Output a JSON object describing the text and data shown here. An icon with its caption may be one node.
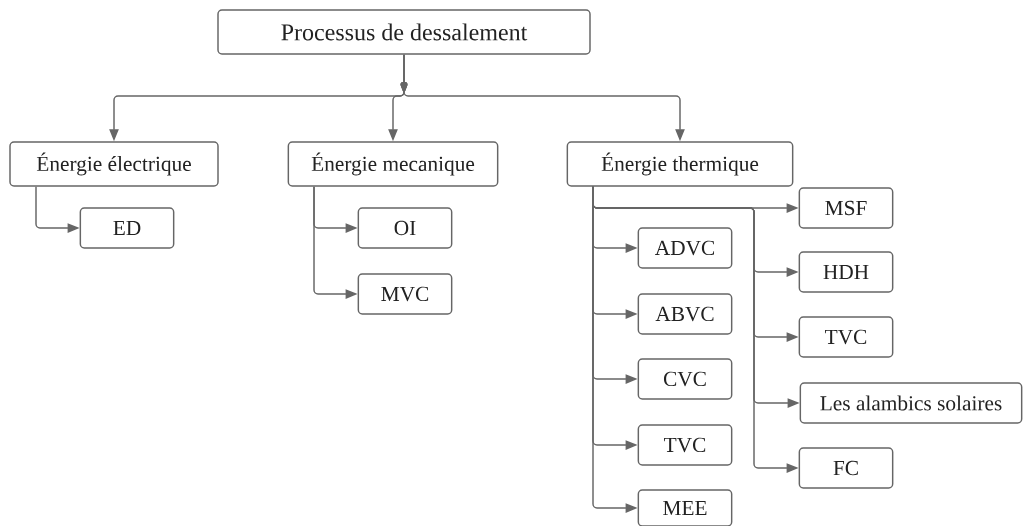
{
  "diagram": {
    "nodes": [
      {
        "text": [
          "Processus de dessalement"
        ]
      },
      {
        "text": [
          "Énergie électrique"
        ]
      },
      {
        "text": [
          "Énergie mecanique"
        ]
      },
      {
        "text": [
          "Énergie thermique"
        ]
      },
      {
        "text": [
          "ED"
        ]
      },
      {
        "text": [
          "OI"
        ]
      },
      {
        "text": [
          "MVC"
        ]
      },
      {
        "text": [
          "ADVC"
        ]
      },
      {
        "text": [
          "ABVC"
        ]
      },
      {
        "text": [
          "CVC"
        ]
      },
      {
        "text": [
          "TVC"
        ]
      },
      {
        "text": [
          "MEE"
        ]
      },
      {
        "text": [
          "MSF"
        ]
      },
      {
        "text": [
          "HDH"
        ]
      },
      {
        "text": [
          "TVC"
        ]
      },
      {
        "text": [
          "Les alambics solaires"
        ]
      },
      {
        "text": [
          "FC"
        ]
      }
    ],
    "edges": [
      {
        "from": 0,
        "to": 1,
        "arrow": "to"
      },
      {
        "from": 0,
        "to": 2,
        "arrow": "to"
      },
      {
        "from": 0,
        "to": 3,
        "arrow": "to"
      },
      {
        "from": 1,
        "to": 4,
        "arrow": "to"
      },
      {
        "from": 2,
        "to": 5,
        "arrow": "to"
      },
      {
        "from": 2,
        "to": 6,
        "arrow": "to"
      },
      {
        "from": 3,
        "to": 7,
        "arrow": "to"
      },
      {
        "from": 3,
        "to": 8,
        "arrow": "to"
      },
      {
        "from": 3,
        "to": 9,
        "arrow": "to"
      },
      {
        "from": 3,
        "to": 10,
        "arrow": "to"
      },
      {
        "from": 3,
        "to": 11,
        "arrow": "to"
      },
      {
        "from": 3,
        "to": 12,
        "arrow": "to"
      },
      {
        "from": 3,
        "to": 13,
        "arrow": "to"
      },
      {
        "from": 3,
        "to": 14,
        "arrow": "to"
      },
      {
        "from": 3,
        "to": 15,
        "arrow": "to"
      },
      {
        "from": 3,
        "to": 16,
        "arrow": "to"
      }
    ]
  }
}
